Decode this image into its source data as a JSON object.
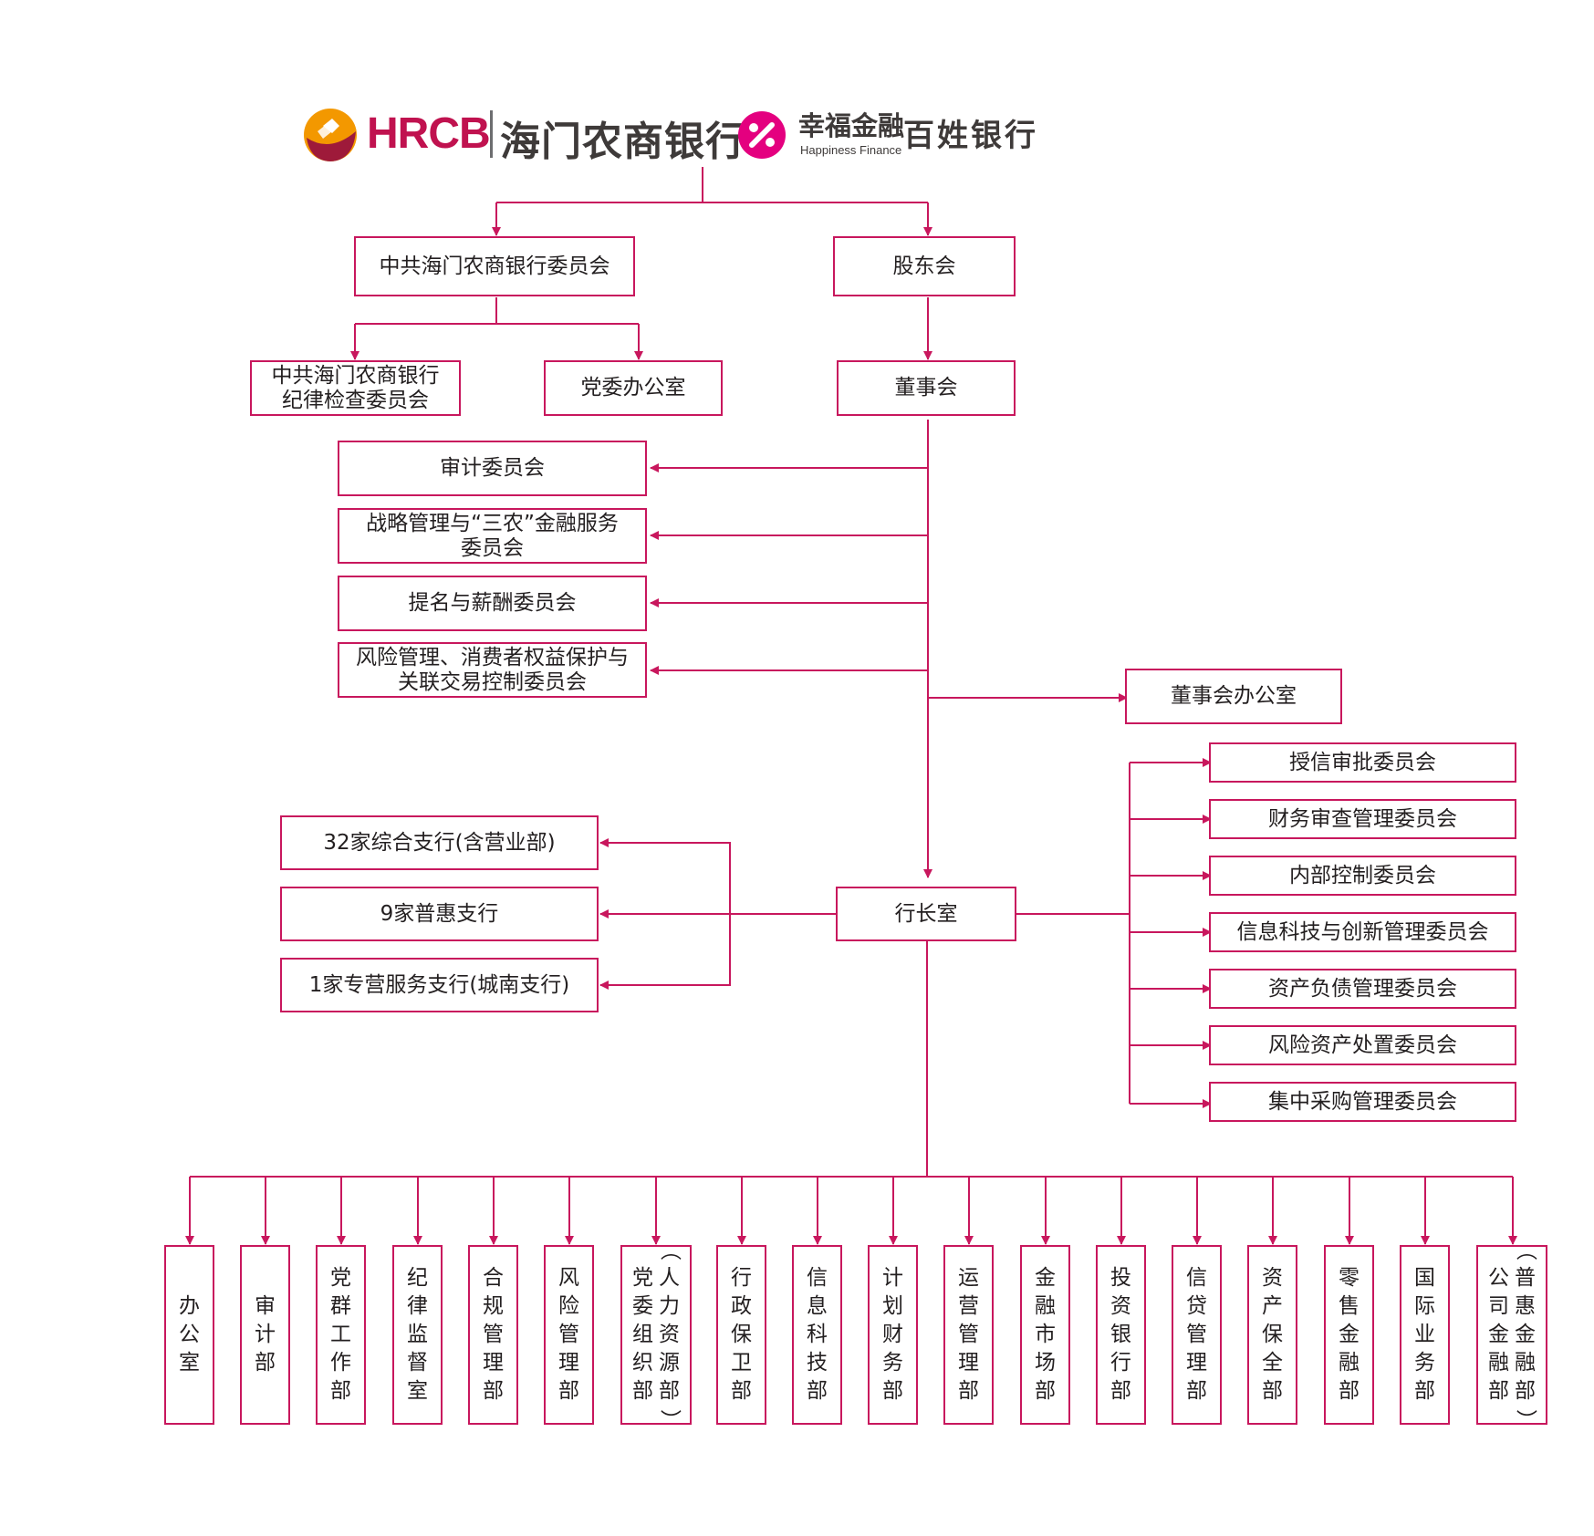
{
  "header": {
    "brand_en": "HRCB",
    "brand_cn": "海门农商银行",
    "slogan_cn": "幸福金融",
    "slogan_en": "Happiness Finance",
    "tagline": "百姓银行"
  },
  "colors": {
    "accent": "#c8175d",
    "text": "#231f20",
    "logo_orange": "#f39800",
    "logo_red": "#c0124f"
  },
  "top": {
    "party_committee": "中共海门农商银行委员会",
    "shareholders": "股东会",
    "discipline": "中共海门农商银行\n纪律检查委员会",
    "party_office": "党委办公室",
    "board": "董事会",
    "board_office": "董事会办公室",
    "president_office": "行长室"
  },
  "board_committees": [
    "审计委员会",
    "战略管理与“三农”金融服务\n委员会",
    "提名与薪酬委员会",
    "风险管理、消费者权益保护与\n关联交易控制委员会"
  ],
  "management_committees": [
    "授信审批委员会",
    "财务审查管理委员会",
    "内部控制委员会",
    "信息科技与创新管理委员会",
    "资产负债管理委员会",
    "风险资产处置委员会",
    "集中采购管理委员会"
  ],
  "branches": [
    "32家综合支行(含营业部)",
    "9家普惠支行",
    "1家专营服务支行(城南支行)"
  ],
  "departments": [
    [
      "办公室"
    ],
    [
      "审计部"
    ],
    [
      "党群工作部"
    ],
    [
      "纪律监督室"
    ],
    [
      "合规管理部"
    ],
    [
      "风险管理部"
    ],
    [
      "党委组织部",
      "（人力资源部）"
    ],
    [
      "行政保卫部"
    ],
    [
      "信息科技部"
    ],
    [
      "计划财务部"
    ],
    [
      "运营管理部"
    ],
    [
      "金融市场部"
    ],
    [
      "投资银行部"
    ],
    [
      "信贷管理部"
    ],
    [
      "资产保全部"
    ],
    [
      "零售金融部"
    ],
    [
      "国际业务部"
    ],
    [
      "普惠金融",
      "公司金融部",
      "（普惠金融部）"
    ]
  ]
}
